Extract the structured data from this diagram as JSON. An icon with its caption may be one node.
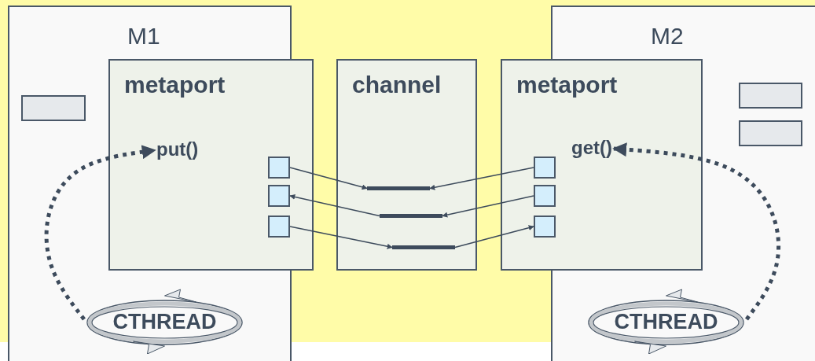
{
  "diagram": {
    "nodes": [
      {
        "text": [
          "M1"
        ]
      },
      {
        "text": [],
        "shape": "box",
        "in": 0
      },
      {
        "text": [
          "metaport"
        ]
      },
      {
        "text": [
          "put()"
        ],
        "in": 2
      },
      {
        "text": [],
        "shape": "box",
        "in": 2
      },
      {
        "text": [],
        "shape": "box",
        "in": 2
      },
      {
        "text": [],
        "shape": "box",
        "in": 2
      },
      {
        "text": [
          "CTHREAD"
        ],
        "in": 0
      },
      {
        "text": [
          "channel"
        ]
      },
      {
        "text": [],
        "shape": "bar",
        "in": 8
      },
      {
        "text": [],
        "shape": "bar",
        "in": 8
      },
      {
        "text": [],
        "shape": "bar",
        "in": 8
      },
      {
        "text": [
          "M2"
        ]
      },
      {
        "text": [],
        "shape": "box",
        "in": 12
      },
      {
        "text": [],
        "shape": "box",
        "in": 12
      },
      {
        "text": [
          "metaport"
        ]
      },
      {
        "text": [
          "get()"
        ]
      },
      {
        "text": [],
        "shape": "box",
        "in": 15
      },
      {
        "text": [],
        "shape": "box",
        "in": 15
      },
      {
        "text": [],
        "shape": "box",
        "in": 15
      },
      {
        "text": [
          "CTHREAD"
        ],
        "in": 12
      }
    ],
    "edges": [
      {
        "from": 4,
        "to": 9,
        "arrow": "to"
      },
      {
        "from": 10,
        "to": 5,
        "arrow": "to"
      },
      {
        "from": 6,
        "to": 11,
        "arrow": "to"
      },
      {
        "from": 17,
        "to": 9,
        "arrow": "to"
      },
      {
        "from": 18,
        "to": 10,
        "arrow": "to"
      },
      {
        "from": 11,
        "to": 19,
        "arrow": "to"
      },
      {
        "from": 7,
        "to": 3,
        "arrow": "to",
        "style": "dashed"
      },
      {
        "from": 20,
        "to": 16,
        "arrow": "to",
        "style": "dashed"
      }
    ]
  }
}
